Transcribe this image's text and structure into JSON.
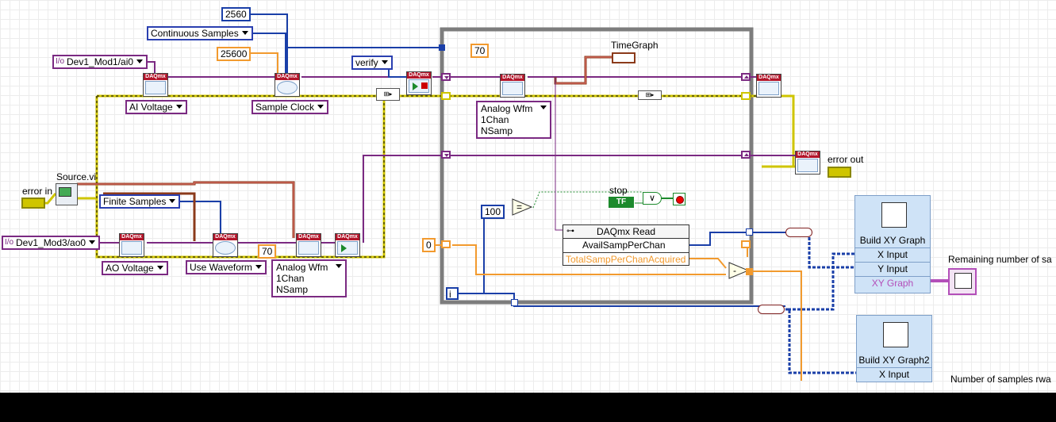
{
  "constants": {
    "buffer_size": "2560",
    "rate": "25600",
    "ao_samples": "70",
    "read_samples": "70",
    "loop_limit": "100",
    "init_total": "0",
    "loop_index": "i"
  },
  "rings": {
    "sample_mode_ai": "Continuous Samples",
    "sample_mode_ao": "Finite Samples",
    "verify": "verify",
    "ai_type": "AI Voltage",
    "ao_type": "AO Voltage",
    "timing_ai": "Sample Clock",
    "timing_ao": "Use Waveform",
    "ai_channel": "Dev1_Mod1/ai0",
    "ao_channel": "Dev1_Mod3/ao0",
    "read_type": "Analog Wfm 1Chan NSamp",
    "write_type": "Analog Wfm 1Chan NSamp"
  },
  "labels": {
    "source_vi": "Source.vi",
    "error_in": "error in",
    "error_out": "error out",
    "time_graph": "TimeGraph",
    "stop": "stop",
    "remaining": "Remaining number of sa",
    "number_samples": "Number of samples rwa",
    "bool_true": "TF"
  },
  "property_node": {
    "title": "DAQmx Read",
    "rows": [
      "AvailSampPerChan",
      "TotalSampPerChanAcquired"
    ]
  },
  "build_xy": [
    {
      "title": "Build XY Graph",
      "rows": [
        "X Input",
        "Y Input",
        "XY Graph"
      ]
    },
    {
      "title": "Build XY Graph2",
      "rows": [
        "X Input"
      ]
    }
  ],
  "colors": {
    "error_wire": "#cfc500",
    "task_wire": "#7b2a82",
    "waveform_wire": "#8b3a1a",
    "numeric_int": "#1a3fa8",
    "numeric_dbl": "#f29a2e",
    "boolean": "#1c8a2c",
    "daqmx_header": "#b3152a",
    "loop_border": "#7d7d7d"
  },
  "icons": [
    "daqmx-create-channel-icon",
    "daqmx-timing-icon",
    "daqmx-start-icon",
    "daqmx-read-icon",
    "daqmx-write-icon",
    "daqmx-clear-icon",
    "stop-button-icon",
    "graph-indicator-icon"
  ]
}
